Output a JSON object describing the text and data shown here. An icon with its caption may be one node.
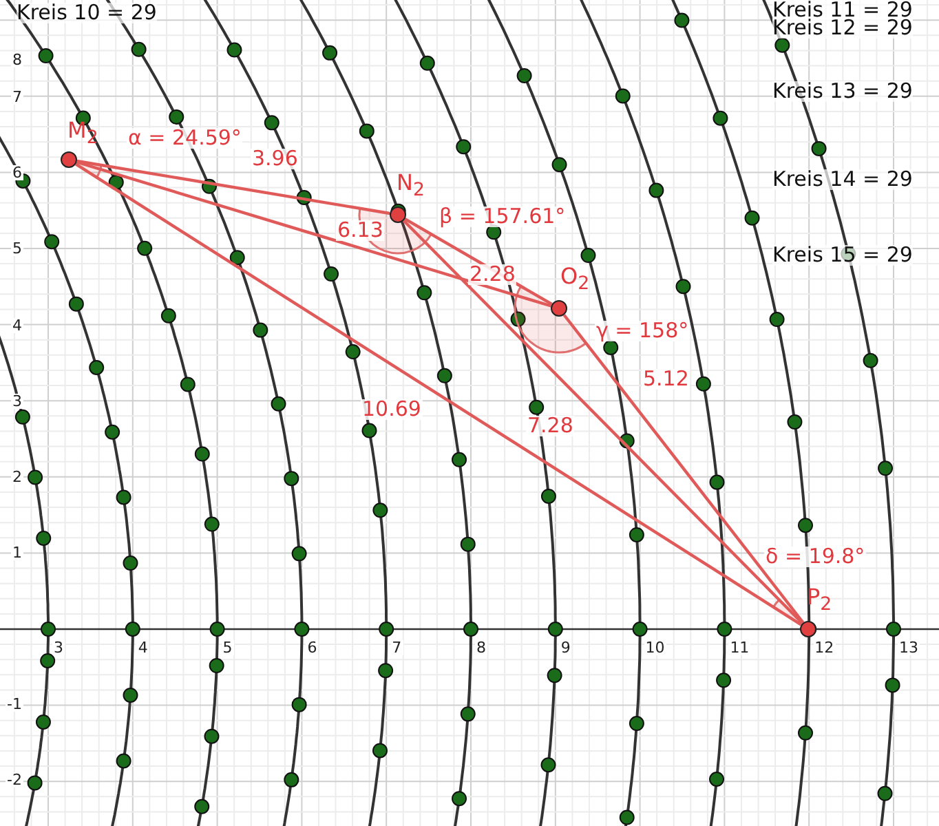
{
  "diagram": {
    "nodes": [
      {
        "text": [
          "M$_{2}$"
        ],
        "beside": [
          "α = 24.59°"
        ]
      },
      {
        "text": [
          "N$_{2}$"
        ],
        "beside": [
          "β = 157.61°"
        ]
      },
      {
        "text": [
          "O$_{2}$"
        ],
        "beside": [
          "γ = 158°"
        ]
      },
      {
        "text": [
          "P$_{2}$"
        ],
        "beside": [
          "δ = 19.8°"
        ]
      }
    ],
    "edges": [
      {
        "from": 0,
        "to": 1,
        "arrow": "none",
        "label": "3.96"
      },
      {
        "from": 0,
        "to": 2,
        "arrow": "none",
        "label": "6.13"
      },
      {
        "from": 1,
        "to": 2,
        "arrow": "none",
        "label": "2.28"
      },
      {
        "from": 2,
        "to": 3,
        "arrow": "none",
        "label": "5.12"
      },
      {
        "from": 1,
        "to": 3,
        "arrow": "none",
        "label": "7.28"
      },
      {
        "from": 0,
        "to": 3,
        "arrow": "none",
        "label": "10.69"
      }
    ],
    "labels": [
      "Kreis 10 = 29",
      "Kreis 11 = 29",
      "Kreis 12 = 29",
      "Kreis 13 = 29",
      "Kreis 14 = 29",
      "Kreis 15 = 29",
      "8",
      "7",
      "6",
      "5",
      "4",
      "3",
      "2",
      "1",
      "-1",
      "-2",
      "3",
      "4",
      "5",
      "6",
      "7",
      "8",
      "9",
      "10",
      "11",
      "12",
      "13"
    ]
  }
}
